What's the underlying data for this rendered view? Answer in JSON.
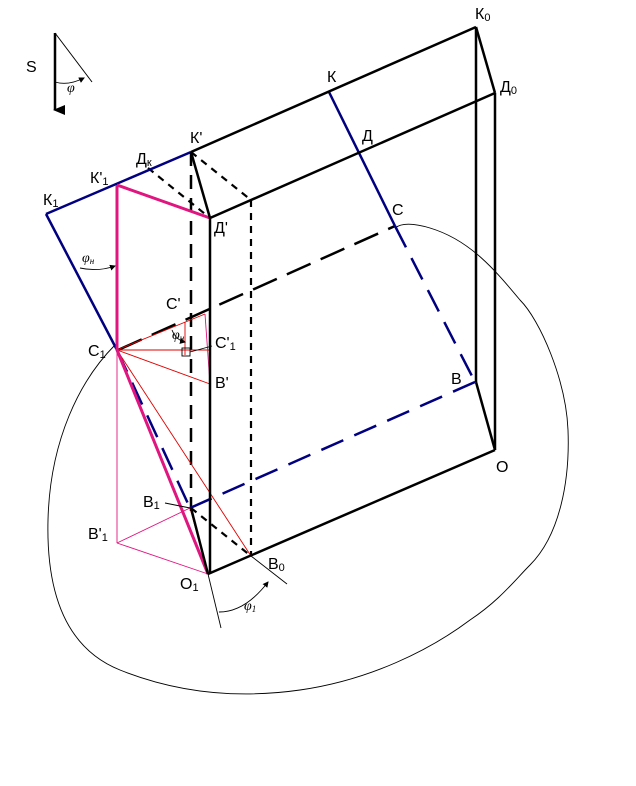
{
  "labels": {
    "S": "S",
    "phi": "φ",
    "K0": "К",
    "K0_sub": "0",
    "K": "К",
    "D0": "Д",
    "D0_sub": "0",
    "D": "Д",
    "Kp": "К'",
    "Dk": "Д",
    "Dk_sub": "к",
    "K1p": "К'",
    "K1p_sub": "1",
    "K1": "К",
    "K1_sub": "1",
    "Dp": "Д'",
    "C": "С",
    "phiH": "φ",
    "phiH_sub": "н",
    "Cp": "С'",
    "phiH2": "φ",
    "phiH2_sub": "н",
    "C1": "С",
    "C1_sub": "1",
    "C1p": "С'",
    "C1p_sub": "1",
    "Bp": "В'",
    "B": "В",
    "O": "О",
    "B1": "В",
    "B1_sub": "1",
    "B1p": "В'",
    "B1p_sub": "1",
    "B0": "В",
    "B0_sub": "0",
    "O1": "О",
    "O1_sub": "1",
    "phi1": "φ",
    "phi1_sub": "1"
  },
  "colors": {
    "black": "#000000",
    "navy": "#000080",
    "magenta": "#e0157f",
    "red": "#e00000",
    "thin": "#000000"
  }
}
